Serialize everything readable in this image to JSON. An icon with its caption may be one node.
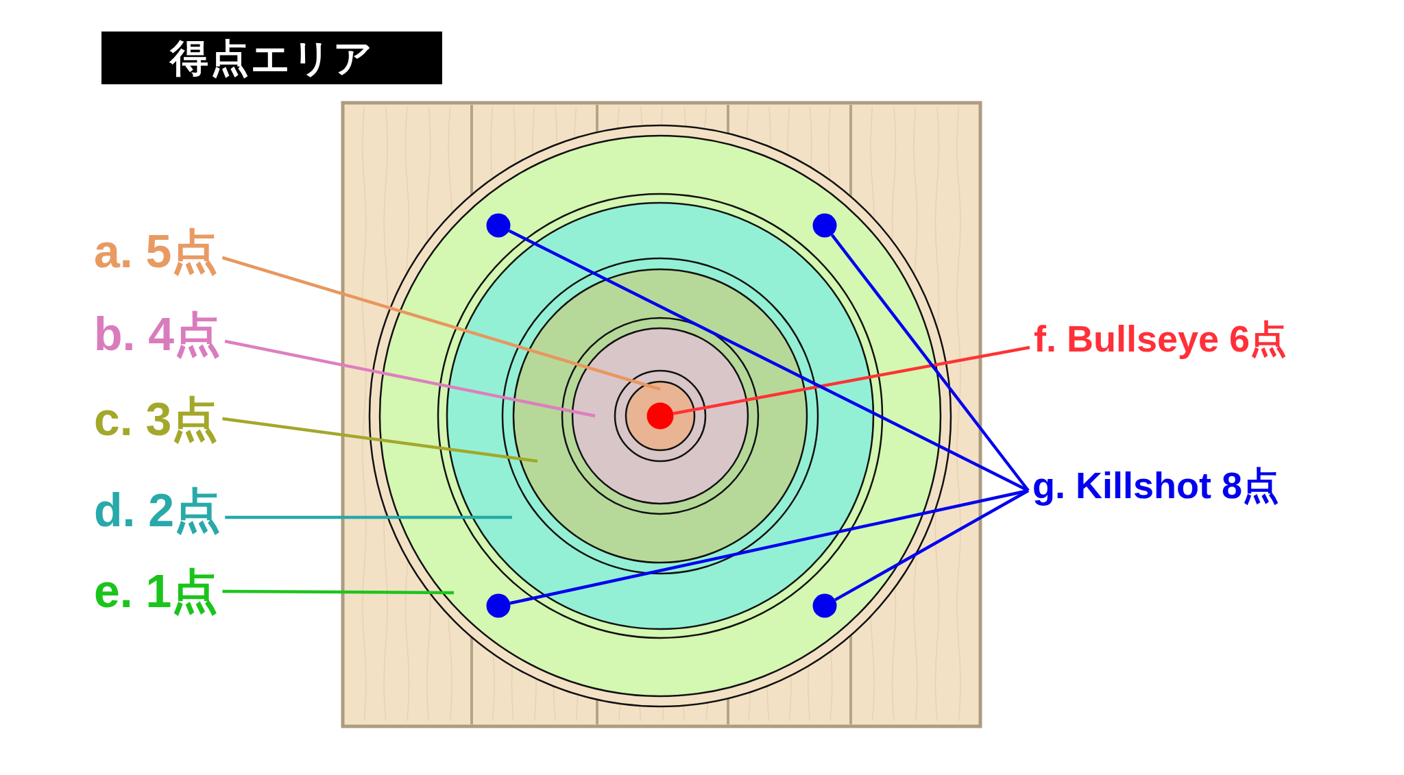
{
  "diagram": {
    "title": "得点エリア",
    "nodes": [
      {
        "text": [
          "a. 5点"
        ]
      },
      {
        "text": [
          "b. 4点"
        ]
      },
      {
        "text": [
          "c. 3点"
        ]
      },
      {
        "text": [
          "d. 2点"
        ]
      },
      {
        "text": [
          "e. 1点"
        ]
      },
      {
        "text": [
          "f. Bullseye 6点"
        ]
      },
      {
        "text": [
          "g. Killshot 8点"
        ]
      },
      {
        "text": [],
        "shape": "ring"
      },
      {
        "text": [],
        "shape": "ring",
        "in": 7
      },
      {
        "text": [],
        "shape": "ring",
        "in": 8
      },
      {
        "text": [],
        "shape": "ring",
        "in": 9
      },
      {
        "text": [],
        "shape": "circle",
        "in": 10
      },
      {
        "text": [],
        "shape": "circle",
        "in": 11
      },
      {
        "text": [],
        "shape": "circle",
        "in": 7
      },
      {
        "text": [],
        "shape": "circle",
        "in": 7
      },
      {
        "text": [],
        "shape": "circle",
        "in": 7
      },
      {
        "text": [],
        "shape": "circle",
        "in": 7
      }
    ],
    "edges": [
      {
        "from": 0,
        "to": 11,
        "arrow": "none",
        "color": "#e8975f"
      },
      {
        "from": 1,
        "to": 10,
        "arrow": "none",
        "color": "#dd7fbf"
      },
      {
        "from": 2,
        "to": 9,
        "arrow": "none",
        "color": "#a4a72a"
      },
      {
        "from": 3,
        "to": 8,
        "arrow": "none",
        "color": "#26a9a9"
      },
      {
        "from": 4,
        "to": 7,
        "arrow": "none",
        "color": "#1ec41e"
      },
      {
        "from": 5,
        "to": 12,
        "arrow": "none",
        "color": "#ff3333"
      },
      {
        "from": 6,
        "to": 13,
        "arrow": "none",
        "color": "#0000ee"
      },
      {
        "from": 6,
        "to": 14,
        "arrow": "none",
        "color": "#0000ee"
      },
      {
        "from": 6,
        "to": 15,
        "arrow": "none",
        "color": "#0000ee"
      },
      {
        "from": 6,
        "to": 16,
        "arrow": "none",
        "color": "#0000ee"
      }
    ]
  }
}
